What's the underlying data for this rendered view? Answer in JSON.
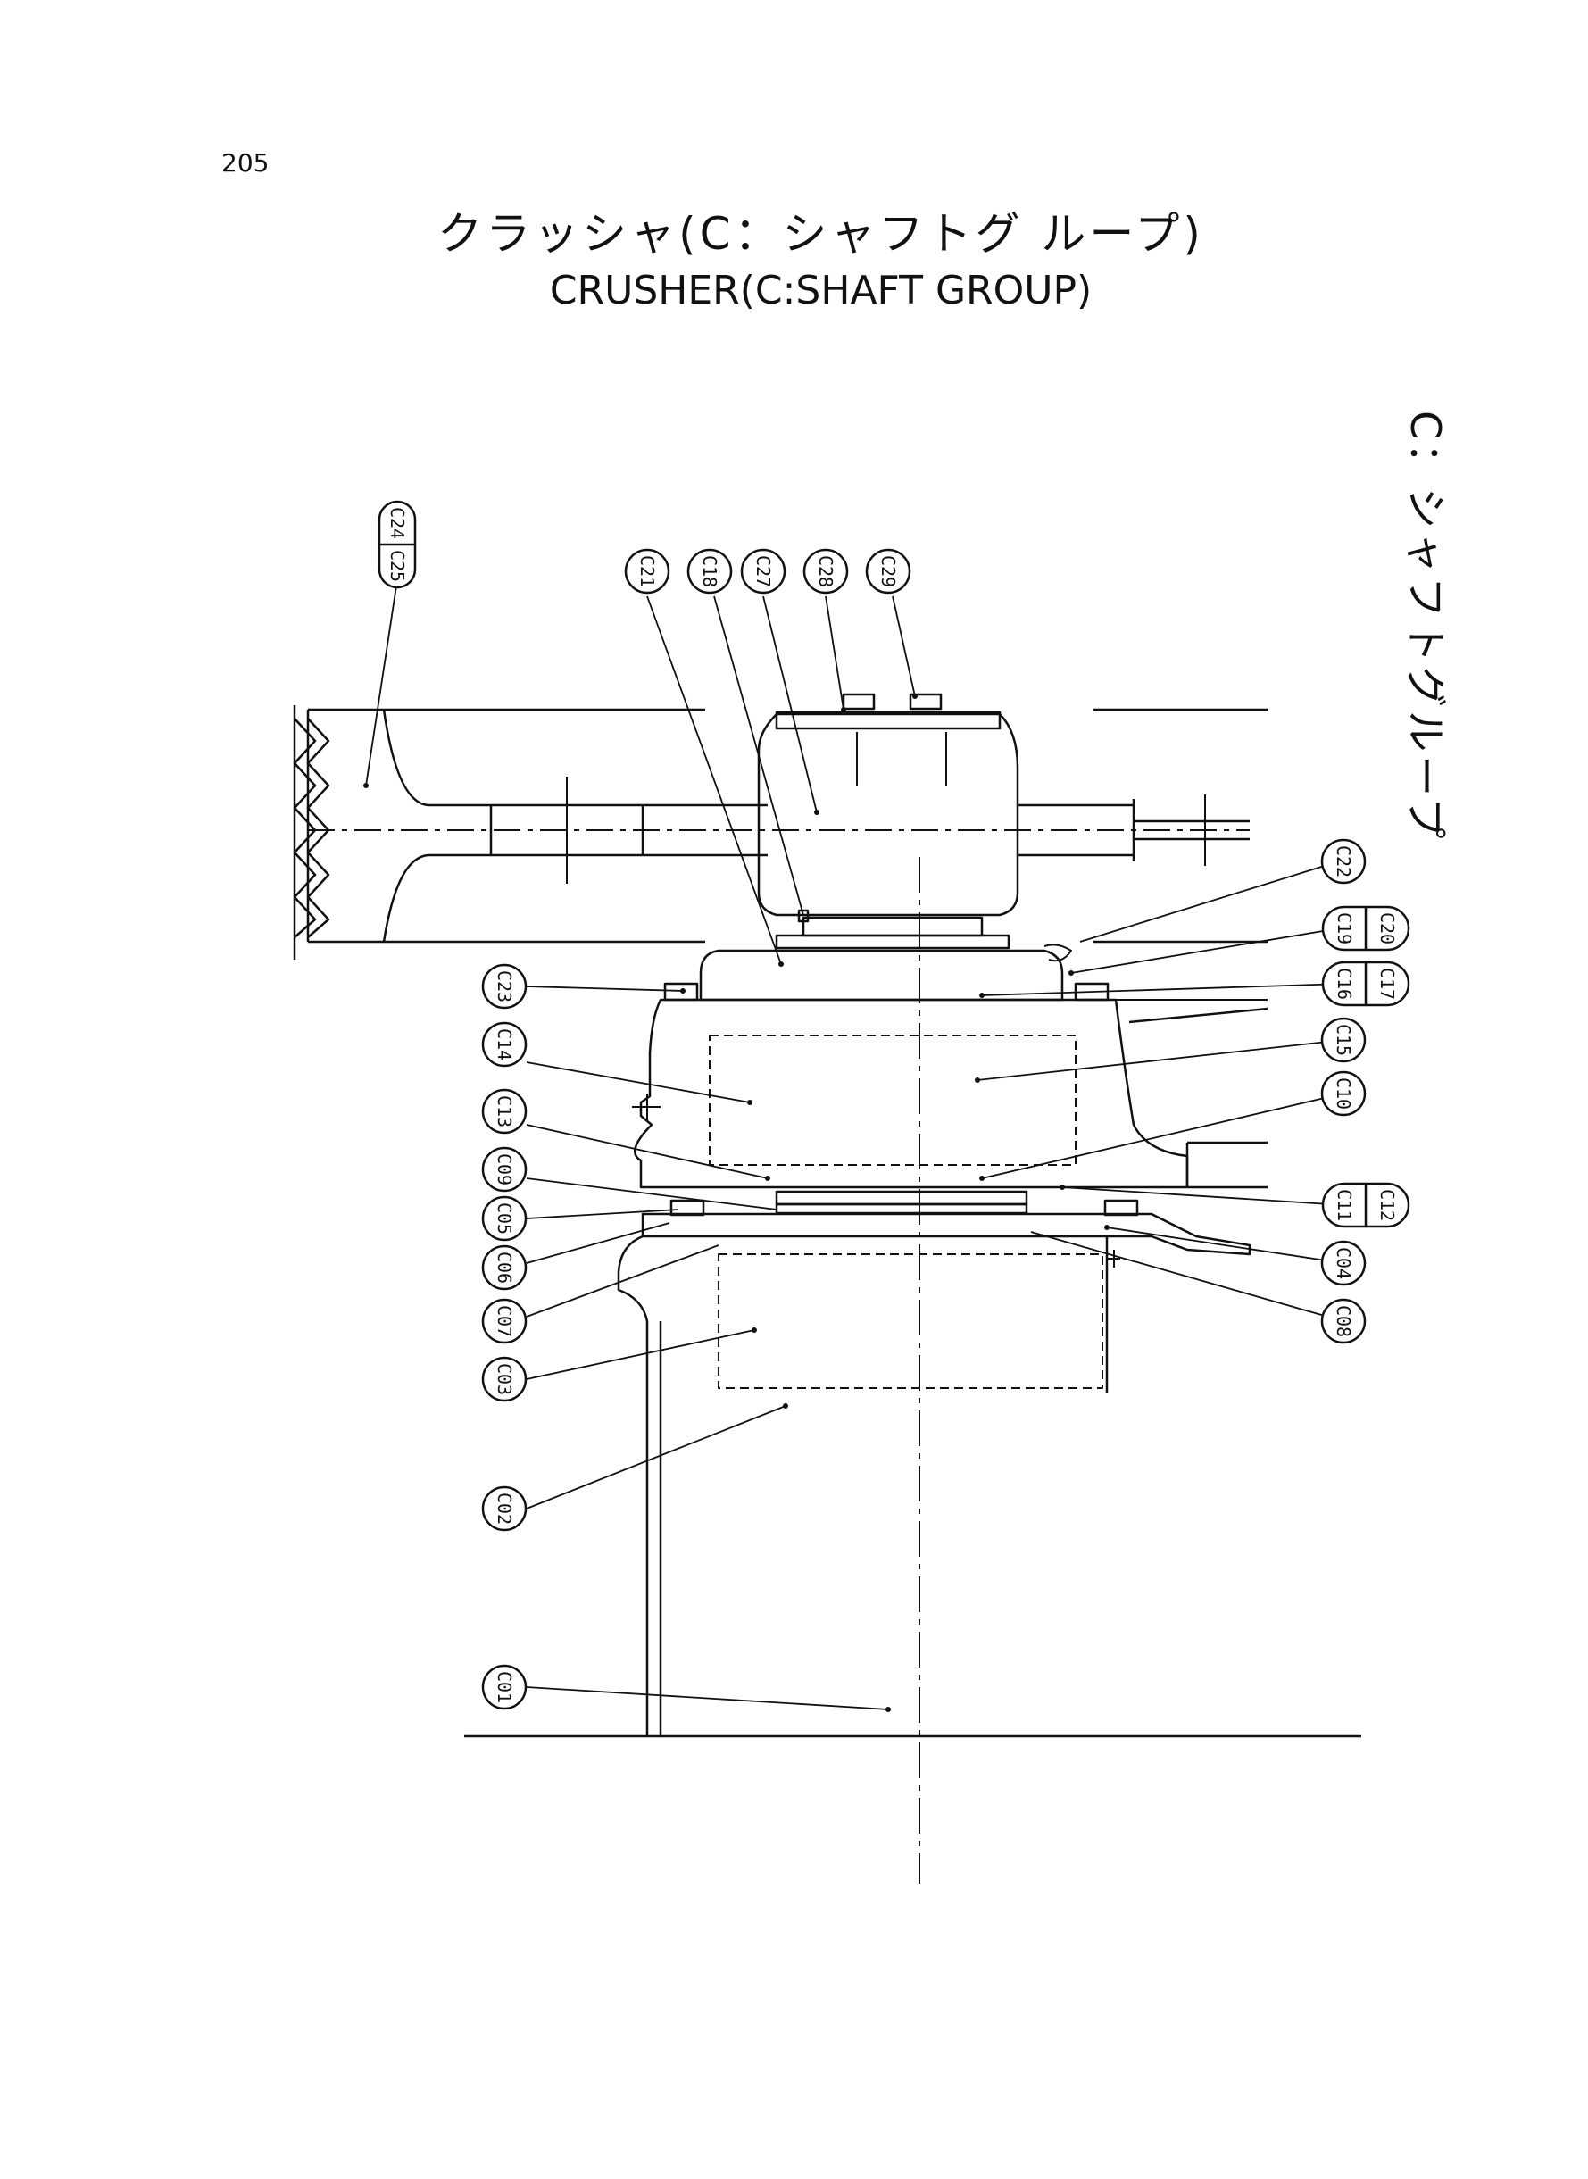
{
  "page_number": "205",
  "title_jp": "クラッシャ(C：シャフトグ ループ)",
  "title_en": "CRUSHER(C:SHAFT GROUP)",
  "side_label": "C：シャフトグループ",
  "callouts": [
    {
      "id": "c24c25",
      "labels": [
        "C24",
        "C25"
      ]
    },
    {
      "id": "c21",
      "labels": [
        "C21"
      ]
    },
    {
      "id": "c18",
      "labels": [
        "C18"
      ]
    },
    {
      "id": "c27",
      "labels": [
        "C27"
      ]
    },
    {
      "id": "c28",
      "labels": [
        "C28"
      ]
    },
    {
      "id": "c29",
      "labels": [
        "C29"
      ]
    },
    {
      "id": "c22",
      "labels": [
        "C22"
      ]
    },
    {
      "id": "c19c20",
      "labels": [
        "C19",
        "C20"
      ]
    },
    {
      "id": "c16c17",
      "labels": [
        "C16",
        "C17"
      ]
    },
    {
      "id": "c23",
      "labels": [
        "C23"
      ]
    },
    {
      "id": "c14",
      "labels": [
        "C14"
      ]
    },
    {
      "id": "c15",
      "labels": [
        "C15"
      ]
    },
    {
      "id": "c13",
      "labels": [
        "C13"
      ]
    },
    {
      "id": "c10",
      "labels": [
        "C10"
      ]
    },
    {
      "id": "c09",
      "labels": [
        "C09"
      ]
    },
    {
      "id": "c11c12",
      "labels": [
        "C11",
        "C12"
      ]
    },
    {
      "id": "c05",
      "labels": [
        "C05"
      ]
    },
    {
      "id": "c06",
      "labels": [
        "C06"
      ]
    },
    {
      "id": "c04",
      "labels": [
        "C04"
      ]
    },
    {
      "id": "c07",
      "labels": [
        "C07"
      ]
    },
    {
      "id": "c08",
      "labels": [
        "C08"
      ]
    },
    {
      "id": "c03",
      "labels": [
        "C03"
      ]
    },
    {
      "id": "c02",
      "labels": [
        "C02"
      ]
    },
    {
      "id": "c01",
      "labels": [
        "C01"
      ]
    }
  ]
}
